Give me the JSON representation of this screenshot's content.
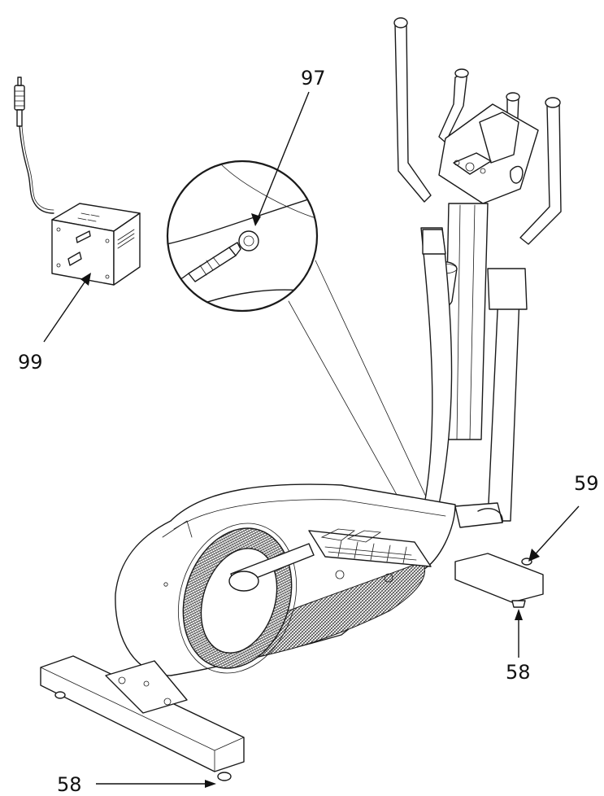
{
  "callouts": [
    {
      "id": "97",
      "label": "97"
    },
    {
      "id": "99",
      "label": "99"
    },
    {
      "id": "59",
      "label": "59"
    },
    {
      "id": "58a",
      "label": "58"
    },
    {
      "id": "58b",
      "label": "58"
    }
  ],
  "colors": {
    "line": "#1a1a1a",
    "mesh": "#3a3a3a",
    "background": "#ffffff"
  }
}
